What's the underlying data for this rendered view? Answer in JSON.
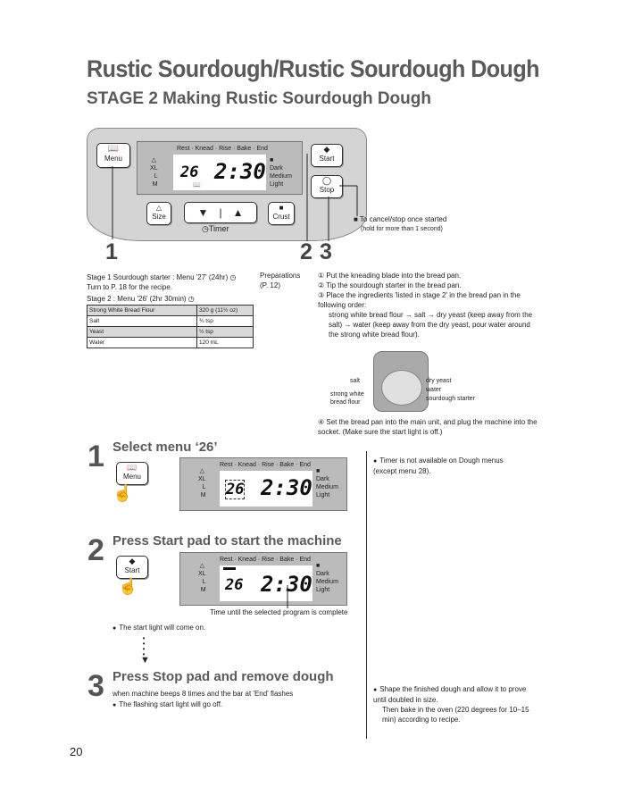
{
  "title": "Rustic Sourdough/Rustic Sourdough Dough",
  "subtitle": "STAGE 2 Making Rustic Sourdough Dough",
  "panel": {
    "menu_label": "Menu",
    "size_label": "Size",
    "crust_label": "Crust",
    "start_label": "Start",
    "stop_label": "Stop",
    "timer_label": "Timer",
    "down_arrow": "▼",
    "up_arrow": "▲",
    "stages": "Rest · Knead · Rise · Bake · End",
    "sizes": [
      "XL",
      "L",
      "M"
    ],
    "crusts": [
      "Dark",
      "Medium",
      "Light"
    ],
    "menu_number": "26",
    "time": "2:30",
    "callouts": [
      "1",
      "2",
      "3"
    ],
    "cancel_note": "To cancel/stop once started",
    "cancel_sub": "(hold for more than 1 second)"
  },
  "stage1": {
    "line1": "Stage 1 Sourdough starter : Menu '27' (24hr)",
    "line2": "Turn to P. 18 for the recipe."
  },
  "stage2_label": "Stage 2 : Menu '26' (2hr 30min)",
  "ingredients": [
    {
      "name": "Strong White Bread Flour",
      "amount": "320 g (11½ oz)"
    },
    {
      "name": "Salt",
      "amount": "¾ tsp"
    },
    {
      "name": "Yeast",
      "amount": "½ tsp"
    },
    {
      "name": "Water",
      "amount": "120 mL"
    }
  ],
  "preparations": {
    "label": "Preparations",
    "ref": "(P. 12)"
  },
  "prep_steps": [
    "① Put the kneading blade into the bread pan.",
    "② Tip the sourdough starter in the bread pan.",
    "③ Place the ingredients 'listed in stage 2' in the bread pan in the following order:",
    "strong white bread flour → salt → dry yeast (keep away from the salt) → water (keep away from the dry yeast, pour water around the strong white bread flour).",
    "④ Set the bread pan into the main unit, and plug the machine into the socket. (Make sure the start light is off.)"
  ],
  "pan_labels": {
    "salt": "salt",
    "flour": "strong white bread flour",
    "yeast": "dry yeast",
    "water": "water",
    "starter": "sourdough starter"
  },
  "steps": [
    {
      "num": "1",
      "heading": "Select menu ‘26’",
      "button": "Menu"
    },
    {
      "num": "2",
      "heading": "Press Start pad to start the machine",
      "button": "Start",
      "caption": "Time until the selected program is complete",
      "note": "The start light will come on."
    },
    {
      "num": "3",
      "heading": "Press Stop pad and remove dough",
      "sub": "when machine beeps 8 times and the bar at 'End' flashes",
      "note": "The flashing start light will go off."
    }
  ],
  "side_notes": {
    "timer": "Timer is not available on Dough menus (except menu 28).",
    "shape": "Shape the finished dough and allow it to prove until doubled in size.",
    "bake": "Then bake in the oven (220 degrees for 10–15 min) according to recipe."
  },
  "page_number": "20"
}
